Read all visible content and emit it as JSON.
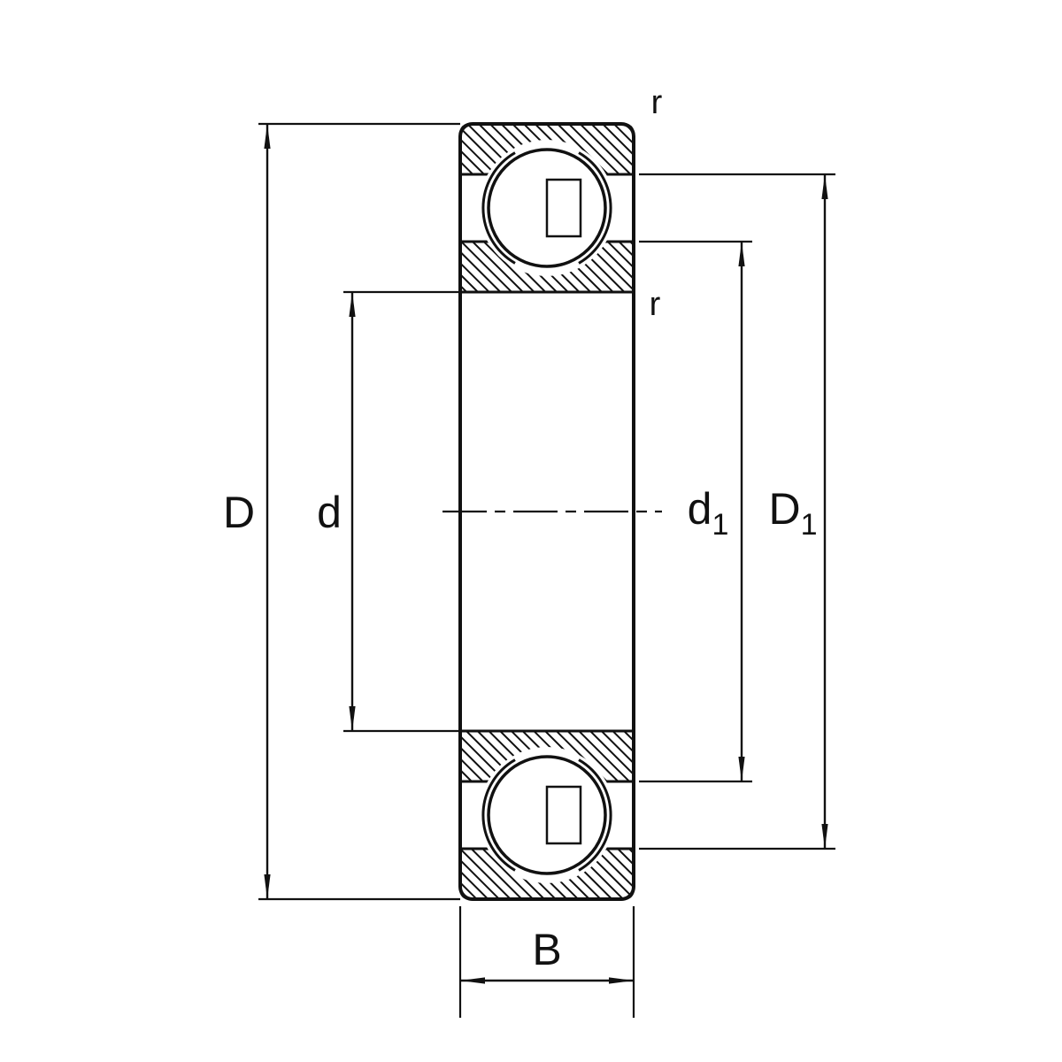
{
  "title": "Deep groove ball bearing cross-section technical drawing",
  "dimensions": {
    "outer_diameter": {
      "label": "D"
    },
    "bore_diameter": {
      "label": "d"
    },
    "inner_ring_shoulder": {
      "base": "d",
      "sub": "1"
    },
    "outer_ring_shoulder": {
      "base": "D",
      "sub": "1"
    },
    "width": {
      "label": "B"
    },
    "chamfer_radius_top": {
      "label": "r"
    },
    "chamfer_radius_inner": {
      "label": "r"
    }
  },
  "colors": {
    "line": "#111111",
    "background": "#ffffff"
  }
}
